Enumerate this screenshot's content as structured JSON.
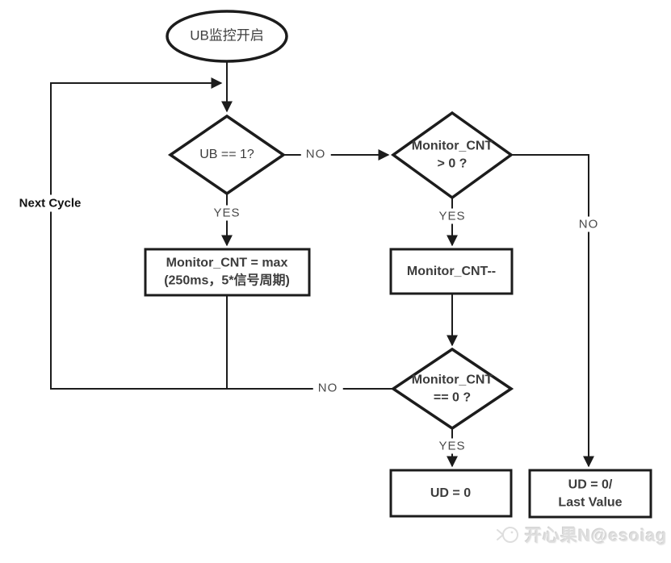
{
  "colors": {
    "line": "#1c1c1c",
    "node_text": "#3c3c3c",
    "label_text": "#4a4a4a",
    "bg": "#ffffff",
    "watermark": "#dedede"
  },
  "nodes": {
    "start": {
      "type": "terminator",
      "label": "UB监控开启"
    },
    "check_ub": {
      "type": "decision",
      "label": "UB == 1?"
    },
    "check_cnt_gt0": {
      "type": "decision",
      "line1": "Monitor_CNT",
      "line2": "> 0 ?"
    },
    "set_max": {
      "type": "process",
      "line1": "Monitor_CNT = max",
      "line2": "(250ms，5*信号周期)"
    },
    "decrement": {
      "type": "process",
      "label": "Monitor_CNT--"
    },
    "check_cnt_eq0": {
      "type": "decision",
      "line1": "Monitor_CNT",
      "line2": "== 0 ?"
    },
    "ud_zero": {
      "type": "process",
      "label": "UD = 0"
    },
    "ud_zero_or_last": {
      "type": "process",
      "line1": "UD = 0/",
      "line2": "Last Value"
    }
  },
  "edge_labels": {
    "ub_no": "NO",
    "ub_yes": "YES",
    "cnt_gt0_yes": "YES",
    "cnt_gt0_no": "NO",
    "cnt_eq0_no": "NO",
    "cnt_eq0_yes": "YES",
    "next_cycle": "Next Cycle"
  },
  "watermark": {
    "text": "开心果N@esoiag"
  }
}
